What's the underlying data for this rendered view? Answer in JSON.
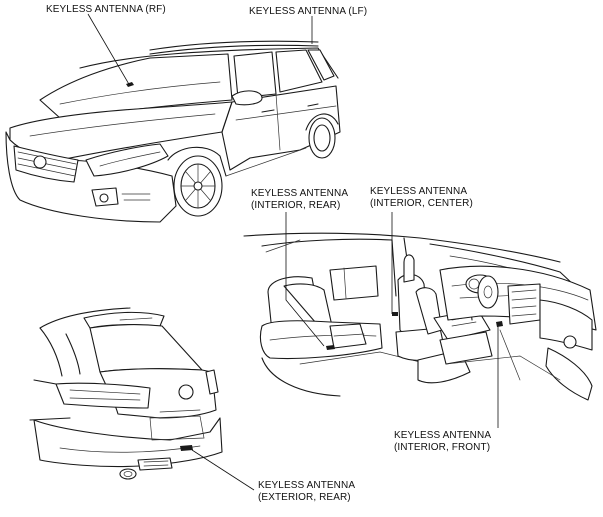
{
  "callouts": {
    "rf": {
      "line1": "KEYLESS ANTENNA (RF)"
    },
    "lf": {
      "line1": "KEYLESS ANTENNA (LF)"
    },
    "interior_rear": {
      "line1": "KEYLESS ANTENNA",
      "line2": "(INTERIOR, REAR)"
    },
    "interior_center": {
      "line1": "KEYLESS ANTENNA",
      "line2": "(INTERIOR, CENTER)"
    },
    "interior_front": {
      "line1": "KEYLESS ANTENNA",
      "line2": "(INTERIOR, FRONT)"
    },
    "exterior_rear": {
      "line1": "KEYLESS ANTENNA",
      "line2": "(EXTERIOR, REAR)"
    }
  }
}
